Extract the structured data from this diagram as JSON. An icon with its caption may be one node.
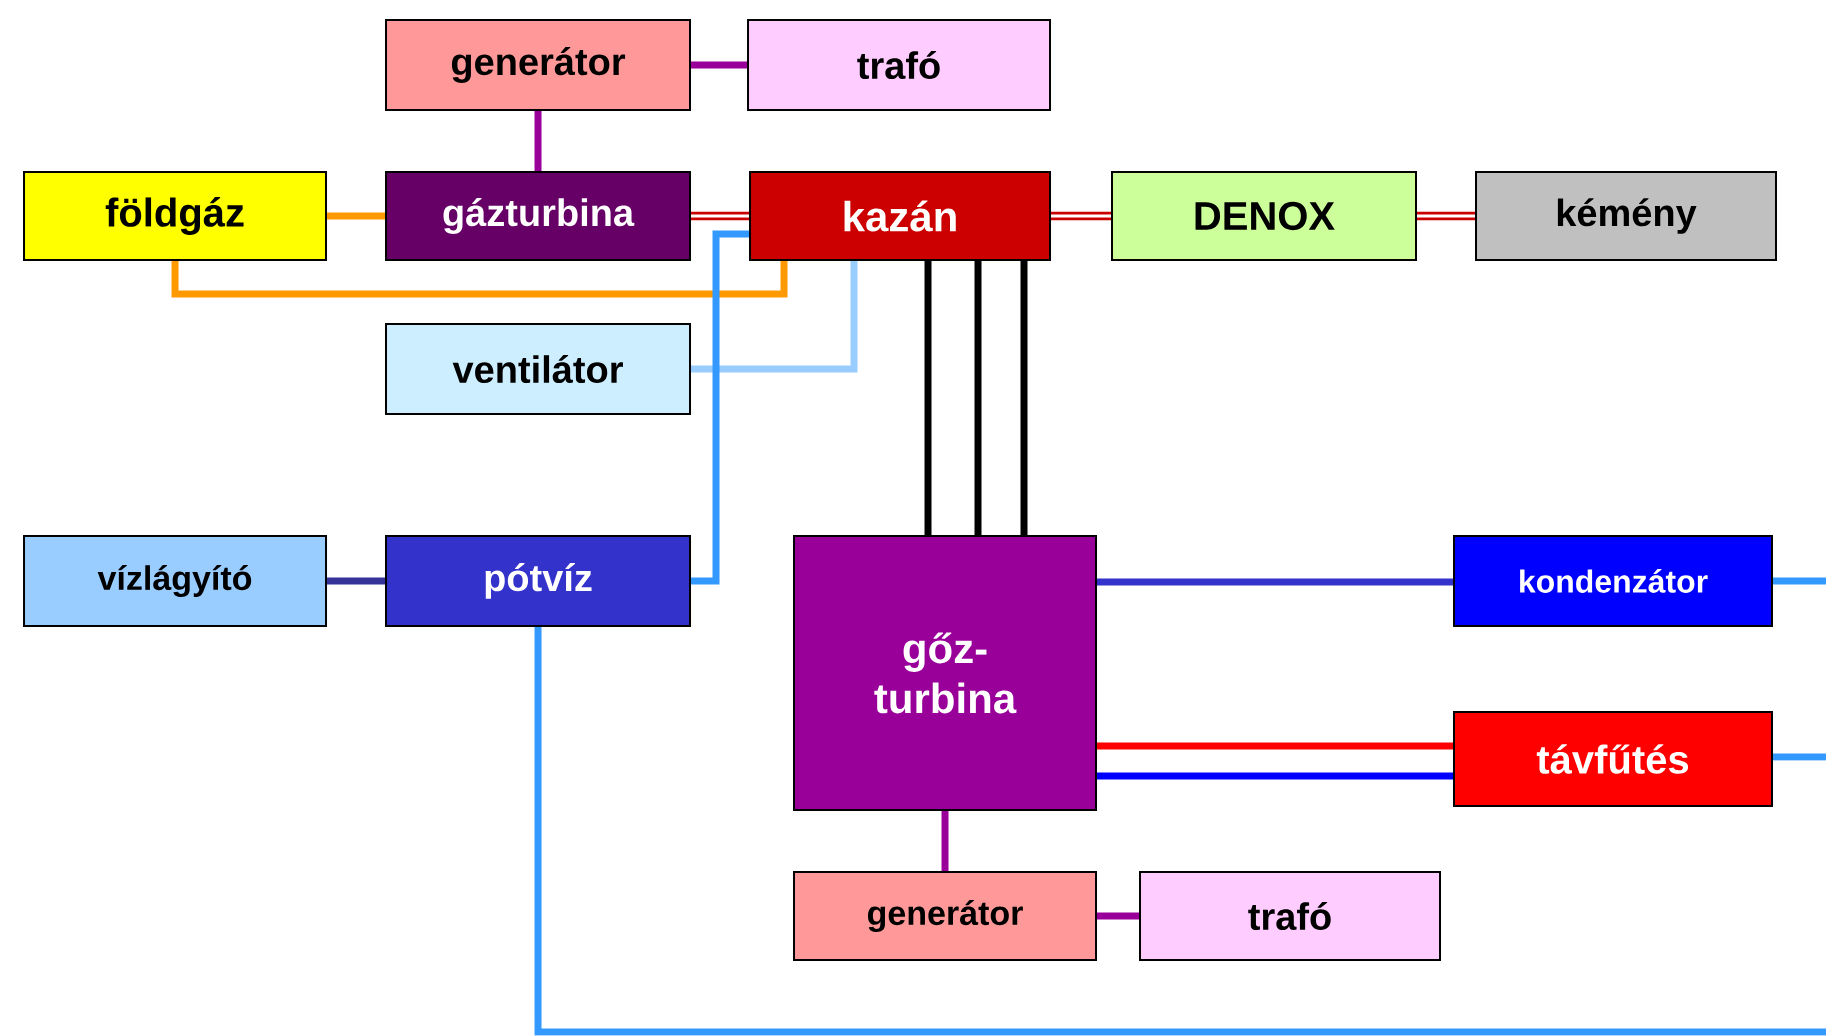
{
  "diagram": {
    "nodes": [
      {
        "text": [
          "generátor"
        ]
      },
      {
        "text": [
          "trafó"
        ]
      },
      {
        "text": [
          "földgáz"
        ]
      },
      {
        "text": [
          "gázturbina"
        ]
      },
      {
        "text": [
          "kazán"
        ]
      },
      {
        "text": [
          "DENOX"
        ]
      },
      {
        "text": [
          "kémény"
        ]
      },
      {
        "text": [
          "ventilátor"
        ]
      },
      {
        "text": [
          "vízlágyító"
        ]
      },
      {
        "text": [
          "pótvíz"
        ]
      },
      {
        "text": [
          "gőz- turbina"
        ]
      },
      {
        "text": [
          "kondenzátor"
        ]
      },
      {
        "text": [
          "távfűtés"
        ]
      },
      {
        "text": [
          "generátor"
        ]
      },
      {
        "text": [
          "trafó"
        ]
      }
    ],
    "edges": [
      {
        "from": 0,
        "to": 1,
        "arrow": "none",
        "color": "#990099"
      },
      {
        "from": 0,
        "to": 3,
        "arrow": "none",
        "color": "#990099"
      },
      {
        "from": 2,
        "to": 3,
        "arrow": "none",
        "color": "#ff9900"
      },
      {
        "from": 2,
        "to": 4,
        "arrow": "none",
        "color": "#ff9900"
      },
      {
        "from": 3,
        "to": 4,
        "arrow": "none",
        "color": "#cc0000"
      },
      {
        "from": 4,
        "to": 5,
        "arrow": "none",
        "color": "#cc0000"
      },
      {
        "from": 5,
        "to": 6,
        "arrow": "none",
        "color": "#cc0000"
      },
      {
        "from": 7,
        "to": 4,
        "arrow": "none",
        "color": "#99ccff"
      },
      {
        "from": 9,
        "to": 4,
        "arrow": "none",
        "color": "#3399ff"
      },
      {
        "from": 8,
        "to": 9,
        "arrow": "none",
        "color": "#333399"
      },
      {
        "from": 4,
        "to": 10,
        "arrow": "none",
        "color": "#000000"
      },
      {
        "from": 4,
        "to": 10,
        "arrow": "none",
        "color": "#000000"
      },
      {
        "from": 4,
        "to": 10,
        "arrow": "none",
        "color": "#000000"
      },
      {
        "from": 10,
        "to": 11,
        "arrow": "none",
        "color": "#3333cc"
      },
      {
        "from": 10,
        "to": 12,
        "arrow": "none",
        "color": "#ff0000"
      },
      {
        "from": 12,
        "to": 10,
        "arrow": "none",
        "color": "#0000ff"
      },
      {
        "from": 10,
        "to": 13,
        "arrow": "none",
        "color": "#990099"
      },
      {
        "from": 13,
        "to": 14,
        "arrow": "none",
        "color": "#990099"
      },
      {
        "from": 9,
        "to": null,
        "arrow": "none",
        "color": "#3399ff"
      },
      {
        "from": 11,
        "to": null,
        "arrow": "none",
        "color": "#3399ff"
      },
      {
        "from": 12,
        "to": null,
        "arrow": "none",
        "color": "#3399ff"
      }
    ]
  }
}
